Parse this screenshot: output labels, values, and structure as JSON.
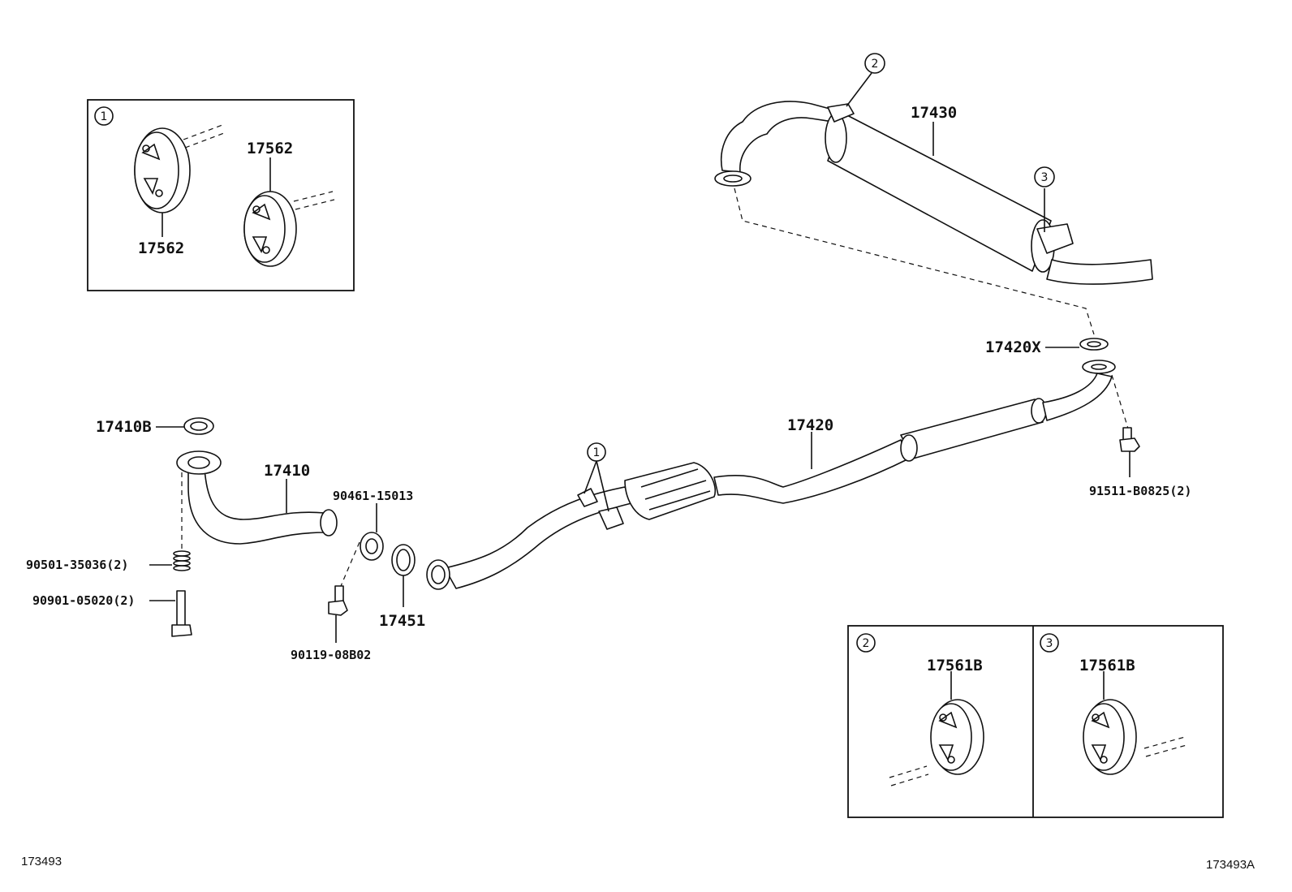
{
  "diagram": {
    "ref_left": "173493",
    "ref_right": "173493A",
    "callouts": {
      "c1": "1",
      "c2": "2",
      "c3": "3"
    },
    "parts": {
      "p17430": "17430",
      "p17420X": "17420X",
      "p17420": "17420",
      "p91511": "91511-B0825(2)",
      "p17410B": "17410B",
      "p17410": "17410",
      "p90461": "90461-15013",
      "p90501": "90501-35036(2)",
      "p90901": "90901-05020(2)",
      "p17451": "17451",
      "p90119": "90119-08B02",
      "p17562a": "17562",
      "p17562b": "17562",
      "p17561B_a": "17561B",
      "p17561B_b": "17561B"
    }
  }
}
